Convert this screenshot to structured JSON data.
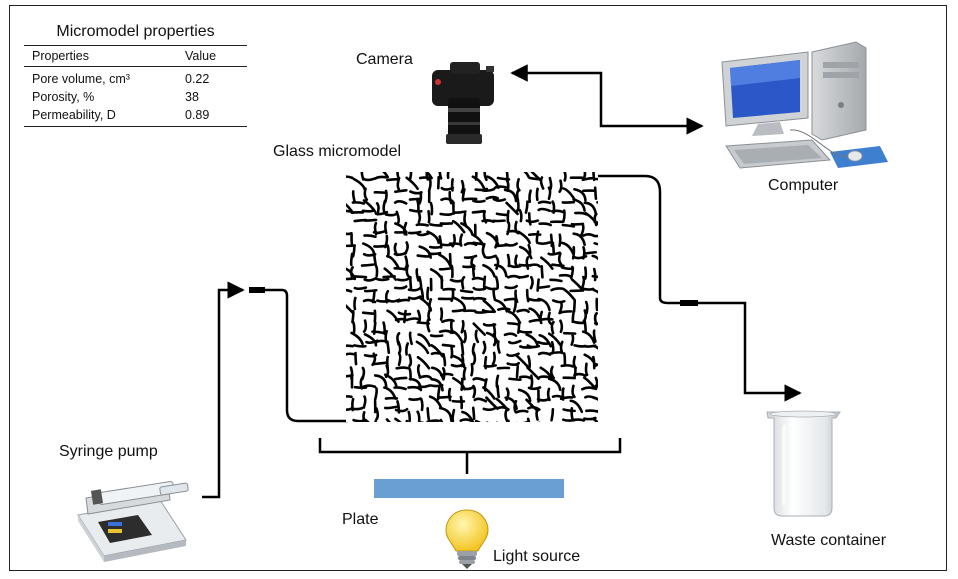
{
  "table": {
    "title": "Micromodel properties",
    "headers": [
      "Properties",
      "Value"
    ],
    "rows": [
      {
        "property": "Pore volume, cm³",
        "value": "0.22"
      },
      {
        "property": "Porosity, %",
        "value": "38"
      },
      {
        "property": "Permeability, D",
        "value": "0.89"
      }
    ]
  },
  "labels": {
    "camera": "Camera",
    "computer": "Computer",
    "glass_micromodel": "Glass micromodel",
    "syringe_pump": "Syringe pump",
    "plate": "Plate",
    "light_source": "Light source",
    "waste_container": "Waste container"
  },
  "icons": {
    "camera": "camera-icon",
    "computer": "desktop-computer-icon",
    "syringe_pump": "syringe-pump-icon",
    "light_source": "light-bulb-icon",
    "waste_container": "beaker-icon"
  },
  "colors": {
    "plate": "#6a9fd4",
    "bulb": "#f6d63a",
    "line": "#000000",
    "monitor_screen": "#2a58c8"
  }
}
